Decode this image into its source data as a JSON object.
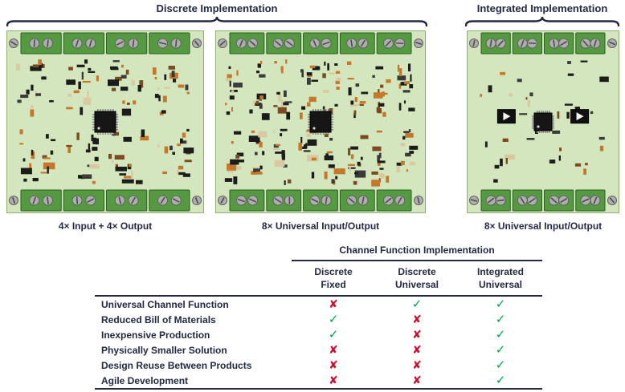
{
  "colors": {
    "navy": "#232943",
    "green": "#00a551",
    "red": "#c8102e"
  },
  "top": {
    "groups": [
      {
        "label": "Discrete Implementation"
      },
      {
        "label": "Integrated Implementation"
      }
    ],
    "boards": [
      {
        "caption": "4× Input + 4× Output"
      },
      {
        "caption": "8× Universal Input/Output"
      },
      {
        "caption": "8× Universal Input/Output"
      }
    ]
  },
  "table": {
    "title": "Channel Function Implementation",
    "columns": [
      {
        "line1": "Discrete",
        "line2": "Fixed"
      },
      {
        "line1": "Discrete",
        "line2": "Universal"
      },
      {
        "line1": "Integrated",
        "line2": "Universal"
      }
    ],
    "marks": {
      "check": "✓",
      "cross": "✘"
    },
    "rows": [
      {
        "label": "Universal Channel Function",
        "values": [
          "cross",
          "check",
          "check"
        ]
      },
      {
        "label": "Reduced Bill of Materials",
        "values": [
          "check",
          "cross",
          "check"
        ]
      },
      {
        "label": "Inexpensive Production",
        "values": [
          "check",
          "cross",
          "check"
        ]
      },
      {
        "label": "Physically Smaller Solution",
        "values": [
          "cross",
          "cross",
          "check"
        ]
      },
      {
        "label": "Design Reuse Between Products",
        "values": [
          "cross",
          "cross",
          "check"
        ]
      },
      {
        "label": "Agile Development",
        "values": [
          "cross",
          "cross",
          "check"
        ]
      }
    ]
  }
}
